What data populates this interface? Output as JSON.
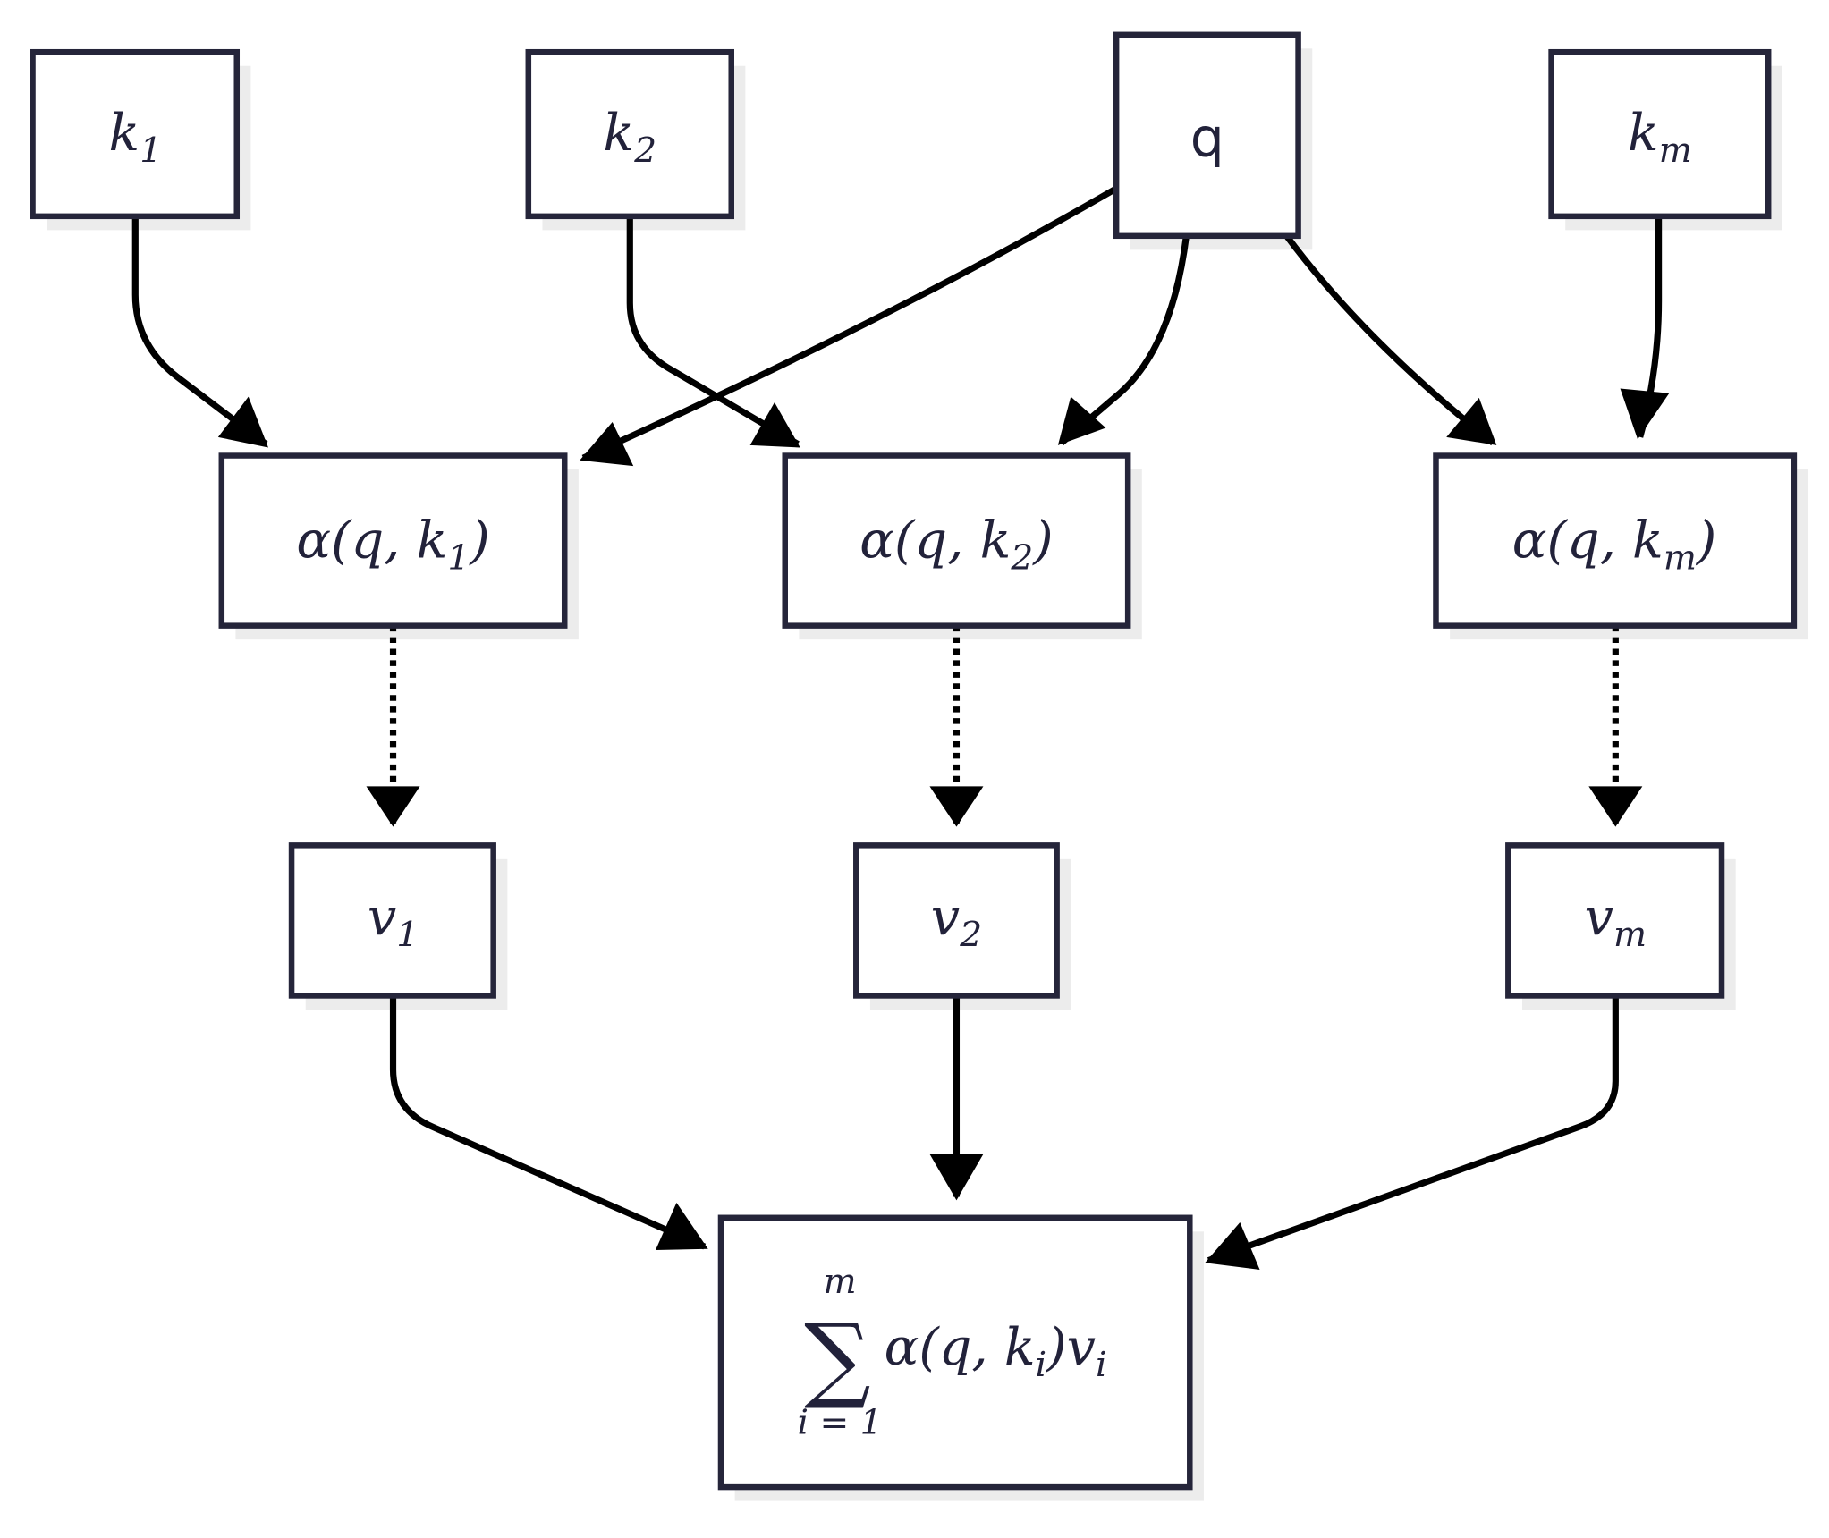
{
  "nodes": {
    "k1": {
      "base": "k",
      "sub": "1"
    },
    "k2": {
      "base": "k",
      "sub": "2"
    },
    "q": {
      "label": "q"
    },
    "km": {
      "base": "k",
      "sub": "m"
    },
    "alpha1": {
      "pre": "α(q, k",
      "sub": "1",
      "post": ")"
    },
    "alpha2": {
      "pre": "α(q, k",
      "sub": "2",
      "post": ")"
    },
    "alpham": {
      "pre": "α(q, k",
      "sub": "m",
      "post": ")"
    },
    "v1": {
      "base": "v",
      "sub": "1"
    },
    "v2": {
      "base": "v",
      "sub": "2"
    },
    "vm": {
      "base": "v",
      "sub": "m"
    },
    "sum": {
      "symbol": "∑",
      "upper": "m",
      "lower": "i = 1",
      "pre": "α(q, k",
      "sub1": "i",
      "mid": ")v",
      "sub2": "i"
    }
  },
  "colors": {
    "box_stroke": "#25253a",
    "text": "#22223a",
    "edge": "#000000"
  }
}
